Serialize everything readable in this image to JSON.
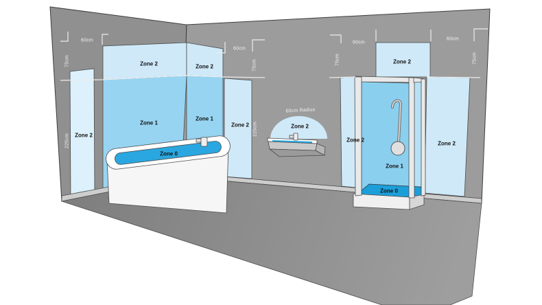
{
  "diagram": {
    "type": "bathroom-electrical-zones",
    "zones": {
      "zone0": "Zone 0",
      "zone1": "Zone 1",
      "zone2": "Zone 2"
    },
    "dimensions": {
      "d60": "60cm",
      "d75": "75cm",
      "d225": "225cm",
      "radius60": "60cm Radius"
    },
    "fixtures": [
      "bathtub",
      "wash-basin",
      "shower-enclosure"
    ]
  },
  "colors": {
    "wall_left": "#909090",
    "wall_back": "#9c9c9c",
    "skirting": "#cdcdcd",
    "floor_dark": "#7f7f7f",
    "floor_light": "#9e9e9e",
    "zone2": "#cfe9f8",
    "zone2_light": "#dcf1fb",
    "zone1": "#97d4f1",
    "zone1_shower": "#8bcfef",
    "zone0": "#2aa7e0",
    "zone0_tray": "#1c9ed9",
    "glass": "#b7e0f4",
    "fixture_white": "#f6f6f6",
    "frame": "#e9e9e9",
    "outline": "#4a4a4a",
    "label_dark": "#111111",
    "label_light": "#f1f1f1"
  }
}
